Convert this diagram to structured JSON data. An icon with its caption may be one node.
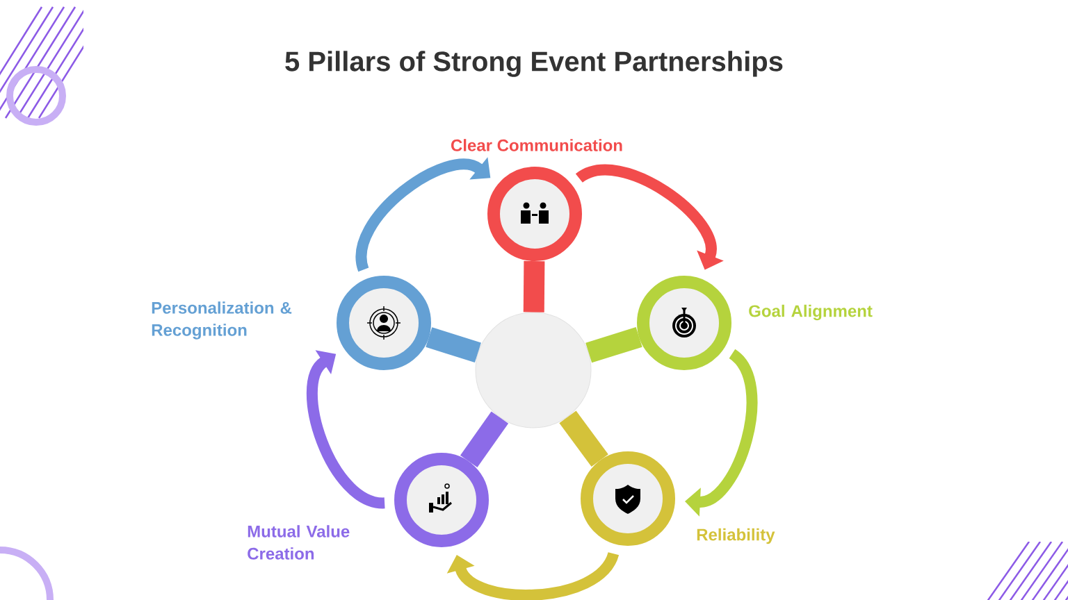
{
  "diagram": {
    "title": "5 Pillars of Strong Event Partnerships",
    "nodes": [
      {
        "text": [
          "Clear Communication"
        ]
      },
      {
        "text": [
          "Goal Alignment"
        ]
      },
      {
        "text": [
          "Reliability"
        ]
      },
      {
        "text": [
          "Mutual Value Creation"
        ]
      },
      {
        "text": [
          "Personalization & Recognition"
        ]
      },
      {
        "text": [],
        "shape": "circle"
      }
    ],
    "edges": [
      {
        "from": 0,
        "to": 1,
        "arrow": "to",
        "color": "#f24c4c"
      },
      {
        "from": 1,
        "to": 2,
        "arrow": "to",
        "color": "#b5d33d"
      },
      {
        "from": 2,
        "to": 3,
        "arrow": "to",
        "color": "#d4c23a"
      },
      {
        "from": 3,
        "to": 4,
        "arrow": "to",
        "color": "#8c6be8"
      },
      {
        "from": 4,
        "to": 0,
        "arrow": "to",
        "color": "#64a0d4"
      },
      {
        "from": 5,
        "to": 0,
        "arrow": "none",
        "style": "thick",
        "color": "#f24c4c"
      },
      {
        "from": 5,
        "to": 1,
        "arrow": "none",
        "style": "thick",
        "color": "#b5d33d"
      },
      {
        "from": 5,
        "to": 2,
        "arrow": "none",
        "style": "thick",
        "color": "#d4c23a"
      },
      {
        "from": 5,
        "to": 3,
        "arrow": "none",
        "style": "thick",
        "color": "#8c6be8"
      },
      {
        "from": 5,
        "to": 4,
        "arrow": "none",
        "style": "thick",
        "color": "#64a0d4"
      }
    ]
  }
}
